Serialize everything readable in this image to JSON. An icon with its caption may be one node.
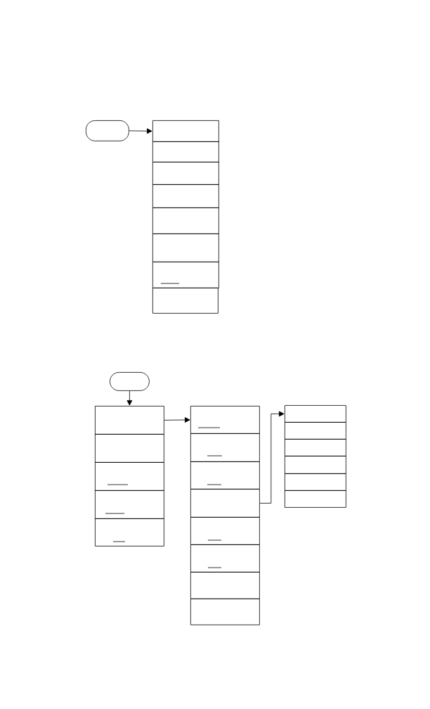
{
  "diagram": {
    "nodes": [
      {
        "text": [],
        "shape": "oval"
      },
      {
        "text": [],
        "shape": "box"
      },
      {
        "text": [],
        "shape": "box"
      },
      {
        "text": [],
        "shape": "box"
      },
      {
        "text": [],
        "shape": "box"
      },
      {
        "text": [],
        "shape": "box"
      },
      {
        "text": [],
        "shape": "box"
      },
      {
        "text": [],
        "shape": "box"
      },
      {
        "text": [],
        "shape": "box"
      },
      {
        "text": [],
        "shape": "oval"
      },
      {
        "text": [],
        "shape": "box"
      },
      {
        "text": [],
        "shape": "box"
      },
      {
        "text": [],
        "shape": "box"
      },
      {
        "text": [],
        "shape": "box"
      },
      {
        "text": [],
        "shape": "box"
      },
      {
        "text": [],
        "shape": "box"
      },
      {
        "text": [],
        "shape": "box"
      },
      {
        "text": [],
        "shape": "box"
      },
      {
        "text": [],
        "shape": "box"
      },
      {
        "text": [],
        "shape": "box"
      },
      {
        "text": [],
        "shape": "box"
      },
      {
        "text": [],
        "shape": "box"
      },
      {
        "text": [],
        "shape": "box"
      },
      {
        "text": [],
        "shape": "box"
      },
      {
        "text": [],
        "shape": "box"
      },
      {
        "text": [],
        "shape": "box"
      },
      {
        "text": [],
        "shape": "box"
      },
      {
        "text": [],
        "shape": "box"
      },
      {
        "text": [],
        "shape": "box"
      }
    ],
    "edges": [
      {
        "from": 0,
        "to": 1,
        "arrow": "to"
      },
      {
        "from": 9,
        "to": 10,
        "arrow": "to"
      },
      {
        "from": 10,
        "to": 15,
        "arrow": "to"
      },
      {
        "from": 18,
        "to": 23,
        "arrow": "to"
      }
    ]
  }
}
